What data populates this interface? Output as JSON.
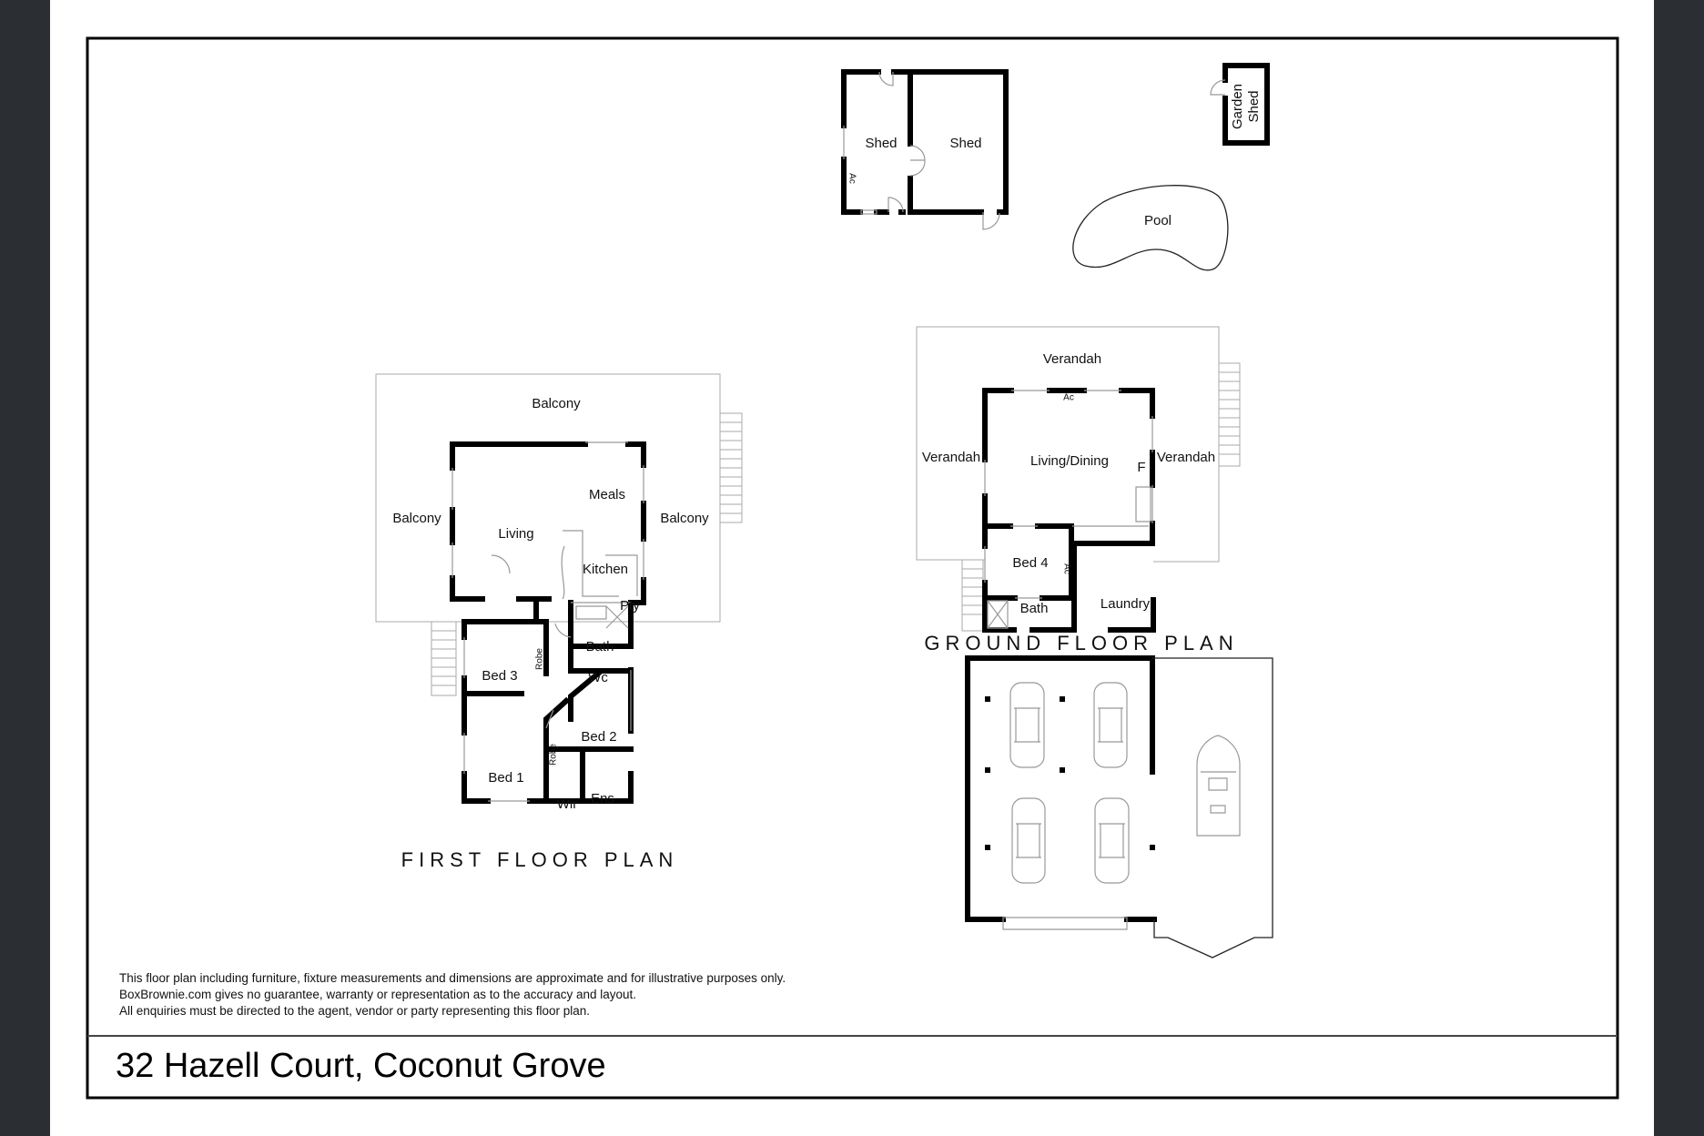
{
  "address": "32 Hazell Court, Coconut Grove",
  "disclaimer": [
    "This floor plan including furniture, fixture measurements and dimensions are approximate and for illustrative purposes only.",
    "BoxBrownie.com gives no guarantee, warranty or representation as to the accuracy and layout.",
    "All enquiries must be directed to the agent, vendor or party representing this floor plan."
  ],
  "first_floor": {
    "title": "FIRST FLOOR PLAN",
    "rooms": [
      "Balcony",
      "Balcony",
      "Balcony",
      "Living",
      "Meals",
      "Kitchen",
      "Pty",
      "Bath",
      "Wc",
      "Bed 3",
      "Robe",
      "Bed 2",
      "Robe",
      "Bed 1",
      "Wir",
      "Ens"
    ]
  },
  "ground_floor": {
    "title": "GROUND FLOOR PLAN",
    "rooms": [
      "Verandah",
      "Verandah",
      "Verandah",
      "Living/Dining",
      "F",
      "Ac",
      "Bed 4",
      "Ac",
      "Bath",
      "Laundry"
    ]
  },
  "outbuildings": {
    "rooms": [
      "Shed",
      "Shed",
      "Ac",
      "Garden",
      "Shed",
      "Pool"
    ]
  }
}
